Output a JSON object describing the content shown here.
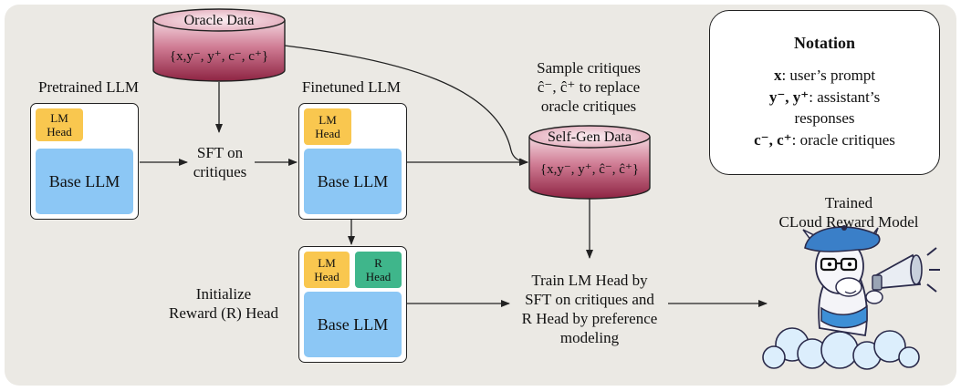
{
  "oracle_db": {
    "title": "Oracle Data",
    "content": "{x,y⁻, y⁺, c⁻, c⁺}"
  },
  "selfgen_db": {
    "title": "Self-Gen Data",
    "content": "{x,y⁻, y⁺, ĉ⁻, ĉ⁺}"
  },
  "pretrained": {
    "title": "Pretrained LLM",
    "head": "LM Head",
    "base": "Base LLM"
  },
  "finetuned": {
    "title": "Finetuned LLM",
    "head_line1": "LM",
    "head_line2": "Head",
    "base": "Base LLM"
  },
  "reward_llm": {
    "lm_line1": "LM",
    "lm_line2": "Head",
    "r_line1": "R",
    "r_line2": "Head",
    "base": "Base LLM"
  },
  "steps": {
    "sft_line1": "SFT on",
    "sft_line2": "critiques",
    "sample_line1": "Sample critiques",
    "sample_line2": "ĉ⁻, ĉ⁺ to replace",
    "sample_line3": "oracle critiques",
    "init_line1": "Initialize",
    "init_line2": "Reward (R) Head",
    "train_line1": "Train LM Head by",
    "train_line2": "SFT on critiques and",
    "train_line3": "R Head by preference",
    "train_line4": "modeling"
  },
  "notation": {
    "title": "Notation",
    "x_sym": "x",
    "x_desc": ": user’s prompt",
    "y_sym": "y⁻, y⁺",
    "y_desc": ": assistant’s",
    "y_desc2": "responses",
    "c_sym": "c⁻, c⁺",
    "c_desc": ": oracle critiques"
  },
  "result": {
    "line1": "Trained",
    "line2": "CLoud Reward Model"
  },
  "colors": {
    "background": "#ebe9e4",
    "lm_head": "#f9c74f",
    "r_head": "#3fb68b",
    "base_llm": "#8cc7f5",
    "database": "#a93a58"
  },
  "icons": {
    "mascot": "llama-with-megaphone-icon"
  }
}
